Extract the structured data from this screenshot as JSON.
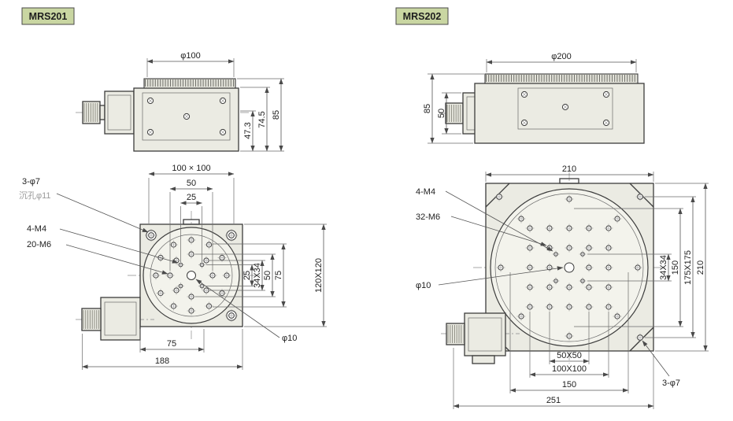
{
  "colors": {
    "badge_bg": "#c9d6a2",
    "line": "#3c3c3c",
    "body_fill": "#ebebe3"
  },
  "m201": {
    "badge": "MRS201",
    "side": {
      "phi100": "φ100",
      "h1": "47.3",
      "h2": "74.5",
      "h3": "85"
    },
    "top": {
      "w_platform": "100 × 100",
      "w50": "50",
      "w25": "25",
      "corner_holes": "3-φ7",
      "counterbore": "沉孔φ11",
      "m4": "4-M4",
      "m6": "20-M6",
      "r25": "25",
      "r34": "34X34",
      "r50": "50",
      "r75": "75",
      "r120": "120X120",
      "b75": "75",
      "b188": "188",
      "phi10": "φ10"
    }
  },
  "m202": {
    "badge": "MRS202",
    "side": {
      "phi200": "φ200",
      "h85": "85",
      "h50": "50"
    },
    "top": {
      "t210": "210",
      "m4": "4-M4",
      "m6": "32-M6",
      "phi10": "φ10",
      "r34": "34X34",
      "r150": "150",
      "r175": "175X175",
      "r210": "210",
      "b50": "50X50",
      "b100": "100X100",
      "b150": "150",
      "b251": "251",
      "corner_holes": "3-φ7"
    }
  }
}
